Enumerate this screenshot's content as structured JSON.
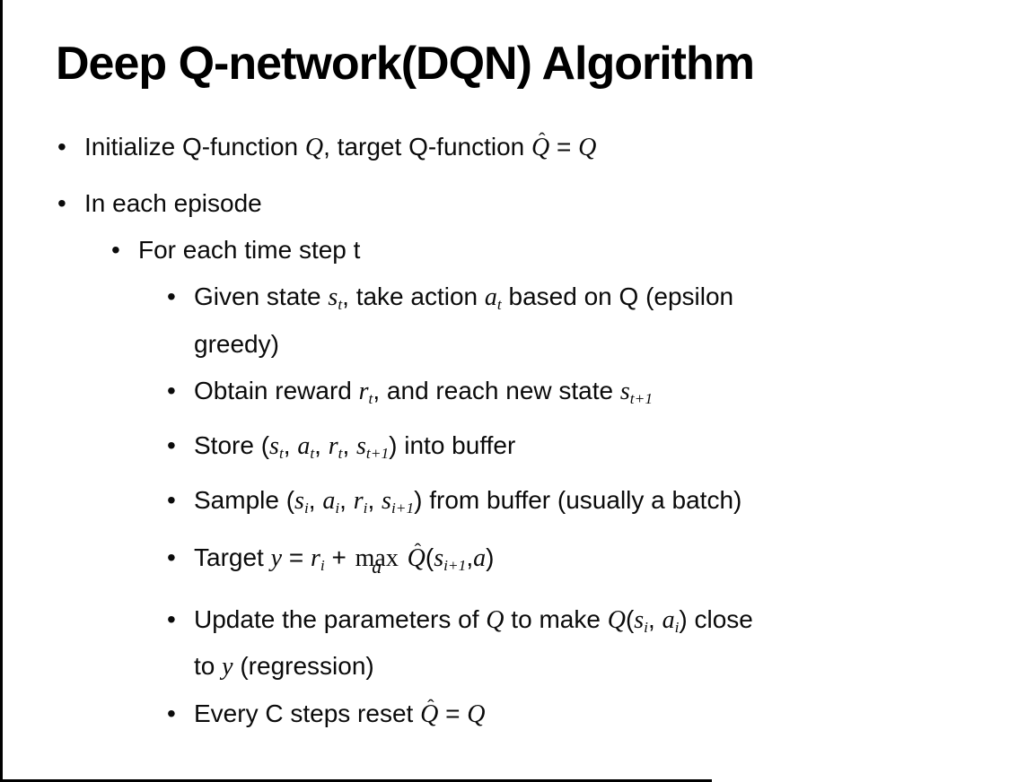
{
  "slide": {
    "title": "Deep Q-network(DQN) Algorithm",
    "bullet_glyph": "•",
    "hat_glyph": "ˆ",
    "colors": {
      "background": "#ffffff",
      "text": "#0b0b0b",
      "title": "#000000",
      "border": "#000000"
    },
    "bullets": [
      {
        "level": 1,
        "segments": [
          {
            "t": "Initialize Q-function "
          },
          {
            "m": "Q"
          },
          {
            "t": ", target Q-function "
          },
          {
            "m": "Q",
            "hat": true
          },
          {
            "t": " = "
          },
          {
            "m": "Q"
          }
        ]
      },
      {
        "level": 1,
        "segments": [
          {
            "t": "In each episode"
          }
        ]
      },
      {
        "level": 2,
        "segments": [
          {
            "t": "For each time step t"
          }
        ]
      },
      {
        "level": 3,
        "segments": [
          {
            "t": "Given state "
          },
          {
            "m": "s",
            "sub": "t"
          },
          {
            "t": ", take action "
          },
          {
            "m": "a",
            "sub": "t"
          },
          {
            "t": " based on Q (epsilon"
          },
          {
            "br": true
          },
          {
            "t": "greedy)"
          }
        ]
      },
      {
        "level": 3,
        "segments": [
          {
            "t": "Obtain reward "
          },
          {
            "m": "r",
            "sub": "t"
          },
          {
            "t": ", and reach new state "
          },
          {
            "m": "s",
            "sub": "t+1"
          }
        ]
      },
      {
        "level": 3,
        "segments": [
          {
            "t": "Store ("
          },
          {
            "m": "s",
            "sub": "t"
          },
          {
            "t": ", "
          },
          {
            "m": "a",
            "sub": "t"
          },
          {
            "t": ", "
          },
          {
            "m": "r",
            "sub": "t"
          },
          {
            "t": ", "
          },
          {
            "m": "s",
            "sub": "t+1"
          },
          {
            "t": ") into buffer"
          }
        ]
      },
      {
        "level": 3,
        "segments": [
          {
            "t": "Sample ("
          },
          {
            "m": "s",
            "sub": "i"
          },
          {
            "t": ", "
          },
          {
            "m": "a",
            "sub": "i"
          },
          {
            "t": ", "
          },
          {
            "m": "r",
            "sub": "i"
          },
          {
            "t": ", "
          },
          {
            "m": "s",
            "sub": "i+1"
          },
          {
            "t": ") from buffer (usually a batch)"
          }
        ]
      },
      {
        "level": 3,
        "segments": [
          {
            "t": "Target "
          },
          {
            "m": "y"
          },
          {
            "t": " = "
          },
          {
            "m": "r",
            "sub": "i"
          },
          {
            "t": " + "
          },
          {
            "op": "max",
            "under": "a"
          },
          {
            "t": " "
          },
          {
            "m": "Q",
            "hat": true
          },
          {
            "t": "("
          },
          {
            "m": "s",
            "sub": "i+1"
          },
          {
            "t": ","
          },
          {
            "m": "a"
          },
          {
            "t": ")"
          }
        ]
      },
      {
        "level": 3,
        "segments": [
          {
            "t": "Update the parameters of "
          },
          {
            "m": "Q"
          },
          {
            "t": " to make "
          },
          {
            "m": "Q"
          },
          {
            "t": "("
          },
          {
            "m": "s",
            "sub": "i"
          },
          {
            "t": ", "
          },
          {
            "m": "a",
            "sub": "i"
          },
          {
            "t": ") close"
          },
          {
            "br": true
          },
          {
            "t": "to "
          },
          {
            "m": "y"
          },
          {
            "t": " (regression)"
          }
        ]
      },
      {
        "level": 3,
        "segments": [
          {
            "t": "Every C steps reset "
          },
          {
            "m": "Q",
            "hat": true
          },
          {
            "t": " = "
          },
          {
            "m": "Q"
          }
        ]
      }
    ]
  }
}
